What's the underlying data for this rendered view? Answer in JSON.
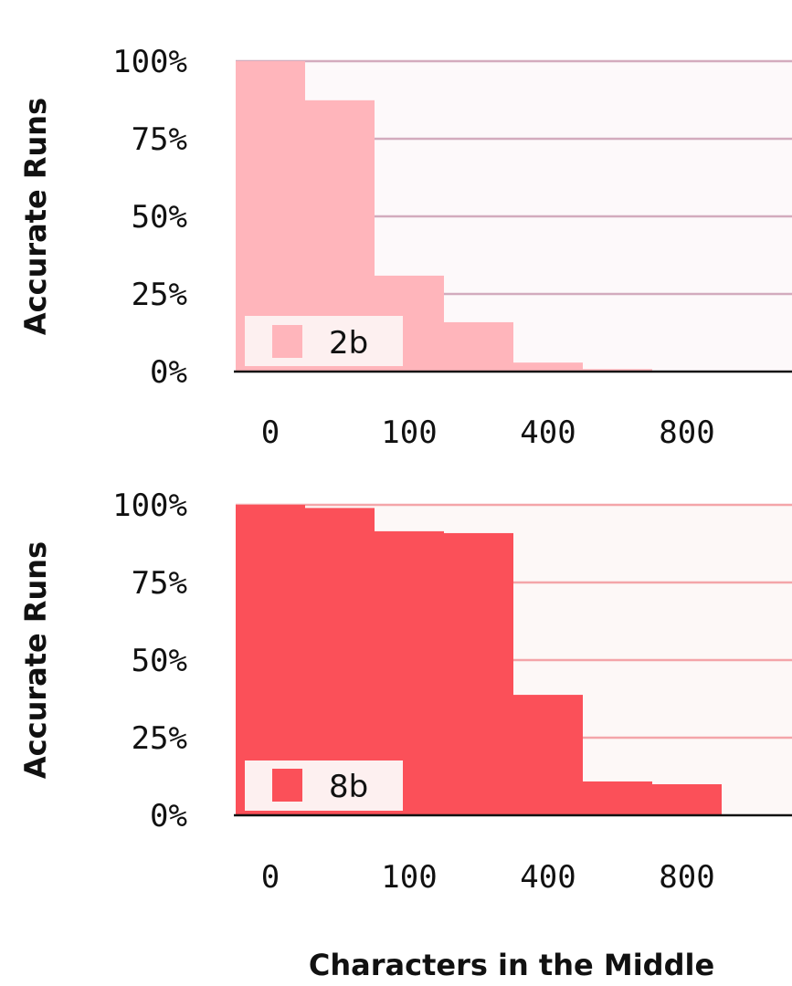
{
  "chart_data": [
    {
      "type": "bar",
      "ylabel": "Accurate Runs",
      "xlabel": "Characters in the Middle",
      "ylim": [
        0,
        100
      ],
      "yticks": [
        "0%",
        "25%",
        "50%",
        "75%",
        "100%"
      ],
      "categories": [
        "0",
        "",
        "100",
        "",
        "400",
        "",
        "800"
      ],
      "series": [
        {
          "name": "2b",
          "values": [
            100,
            87.4,
            30.9,
            15.9,
            2.9,
            0.8,
            0
          ]
        }
      ],
      "color": "#ffb5bb",
      "grid_color": "#d3abbd",
      "plot_bg": "#fdf9fa",
      "grid": true,
      "legend_placement": "bottom-left"
    },
    {
      "type": "bar",
      "ylabel": "Accurate Runs",
      "xlabel": "Characters in the Middle",
      "ylim": [
        0,
        100
      ],
      "yticks": [
        "0%",
        "25%",
        "50%",
        "75%",
        "100%"
      ],
      "categories": [
        "0",
        "",
        "100",
        "",
        "400",
        "",
        "800"
      ],
      "series": [
        {
          "name": "8b",
          "values": [
            100,
            99,
            91.5,
            90.9,
            38.8,
            10.9,
            10
          ]
        }
      ],
      "color": "#fb5059",
      "grid_color": "#f4a5a9",
      "plot_bg": "#fdf8f7",
      "grid": true,
      "legend_placement": "bottom-left"
    }
  ],
  "shared_xlabel": "Characters in the Middle"
}
